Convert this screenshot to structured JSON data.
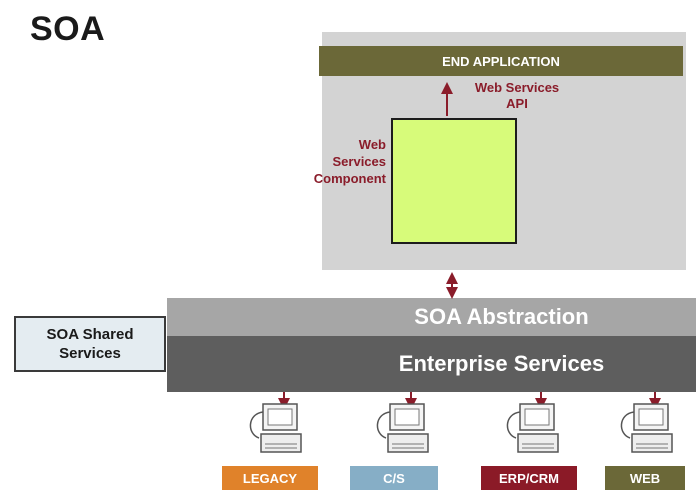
{
  "title": "SOA",
  "end_application": "END APPLICATION",
  "api_label": [
    "Web Services",
    "API"
  ],
  "component_label": [
    "Web",
    "Services",
    "Component"
  ],
  "soa_abstraction": "SOA Abstraction",
  "enterprise_services": "Enterprise Services",
  "shared_services": [
    "SOA Shared",
    "Services"
  ],
  "systems": [
    {
      "label": "LEGACY",
      "color": "#e0822a"
    },
    {
      "label": "C/S",
      "color": "#86aec6"
    },
    {
      "label": "ERP/CRM",
      "color": "#8b1a27"
    },
    {
      "label": "WEB",
      "color": "#6b6838"
    }
  ],
  "colors": {
    "arrow": "#8a1c2a",
    "panel": "#d3d3d3",
    "component_fill": "#d7fb7a",
    "abstraction_bar": "#a6a6a6",
    "enterprise_bar": "#5e5e5e"
  }
}
